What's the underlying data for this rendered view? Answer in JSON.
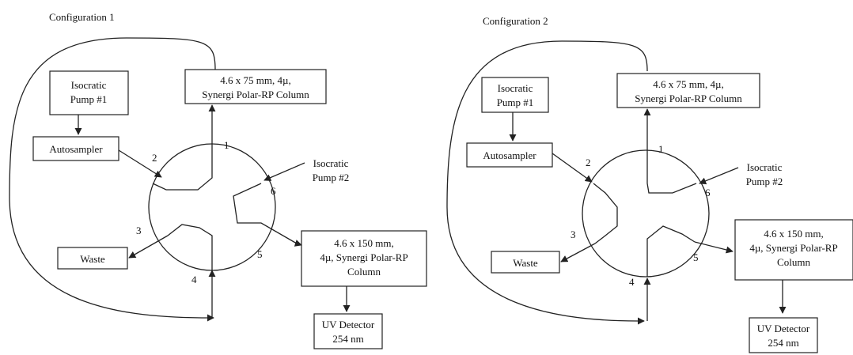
{
  "configurations": [
    {
      "title": "Configuration 1",
      "pump1": [
        "Isocratic",
        "Pump #1"
      ],
      "autosampler": "Autosampler",
      "column1": [
        "4.6 x 75 mm, 4µ,",
        "Synergi Polar-RP Column"
      ],
      "pump2": [
        "Isocratic",
        "Pump #2"
      ],
      "column2": [
        "4.6 x 150 mm,",
        "4µ, Synergi Polar-RP",
        "Column"
      ],
      "waste": "Waste",
      "detector": [
        "UV Detector",
        "254 nm"
      ],
      "ports": [
        "1",
        "2",
        "3",
        "4",
        "5",
        "6"
      ]
    },
    {
      "title": "Configuration 2",
      "pump1": [
        "Isocratic",
        "Pump #1"
      ],
      "autosampler": "Autosampler",
      "column1": [
        "4.6 x 75 mm, 4µ,",
        "Synergi Polar-RP Column"
      ],
      "pump2": [
        "Isocratic",
        "Pump #2"
      ],
      "column2": [
        "4.6 x 150 mm,",
        "4µ, Synergi Polar-RP",
        "Column"
      ],
      "waste": "Waste",
      "detector": [
        "UV Detector",
        "254 nm"
      ],
      "ports": [
        "1",
        "2",
        "3",
        "4",
        "5",
        "6"
      ]
    }
  ]
}
